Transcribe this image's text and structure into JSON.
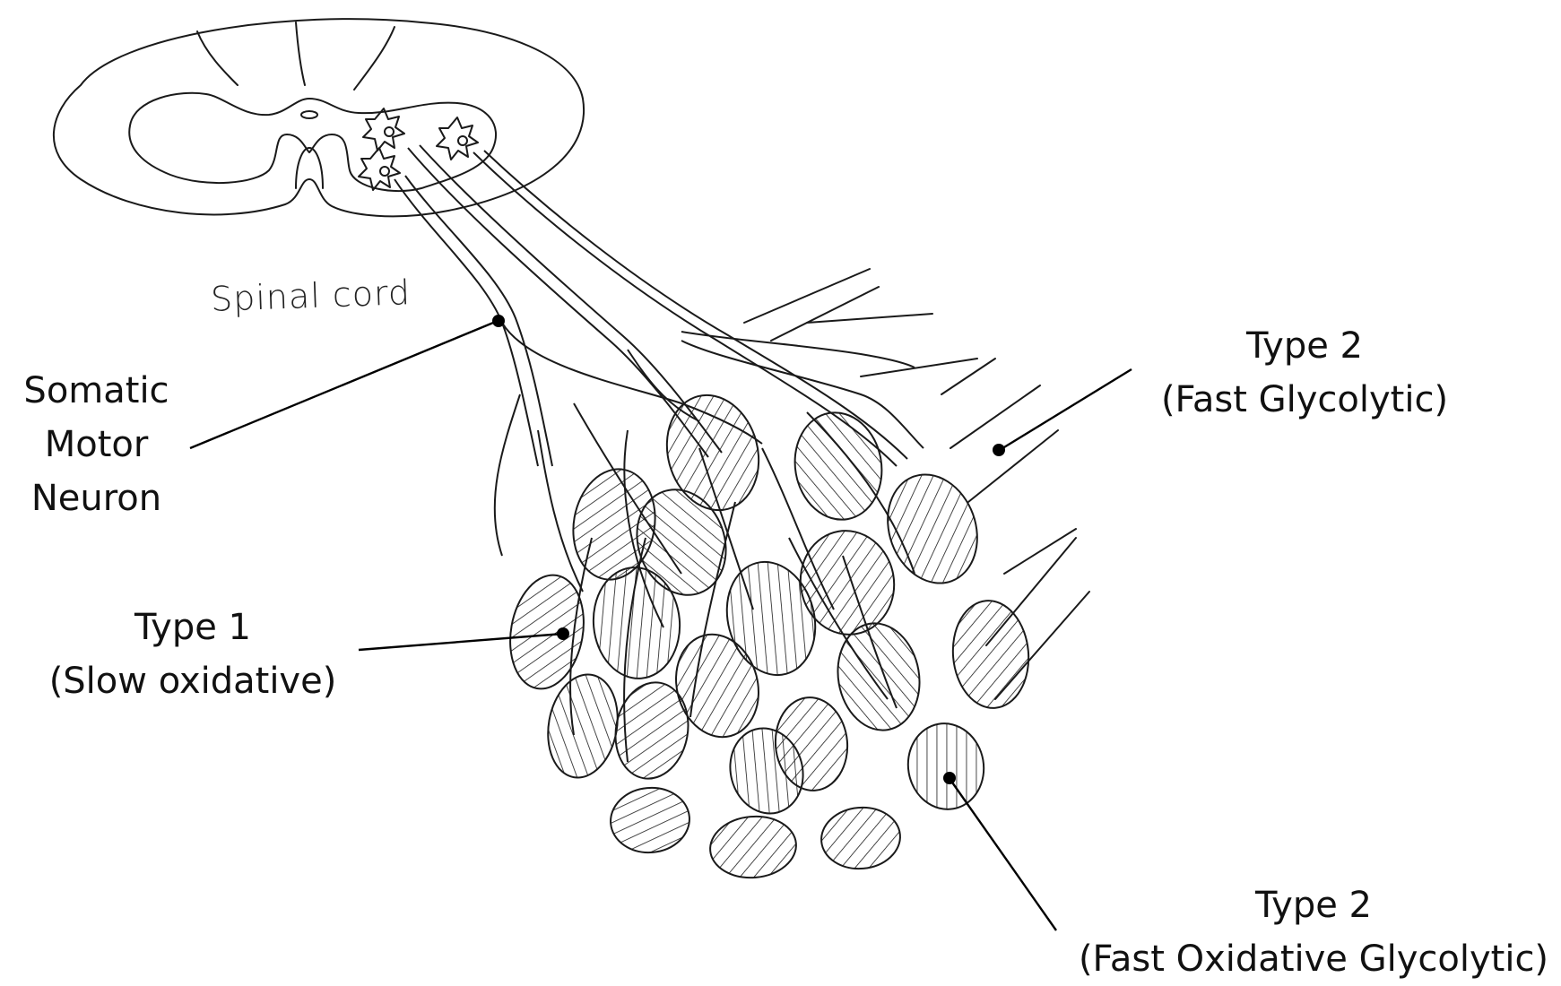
{
  "labels": {
    "spinal_cord": "Spinal cord",
    "somatic_motor_neuron": [
      "Somatic",
      "Motor",
      "Neuron"
    ],
    "type1": {
      "line1": "Type 1",
      "line2": "(Slow oxidative)"
    },
    "type2_fg": {
      "line1": "Type 2",
      "line2": "(Fast Glycolytic)"
    },
    "type2_fog": {
      "line1": "Type 2",
      "line2": "(Fast Oxidative Glycolytic)"
    }
  },
  "colors": {
    "ink": "#1a1a1a",
    "background": "#ffffff"
  }
}
